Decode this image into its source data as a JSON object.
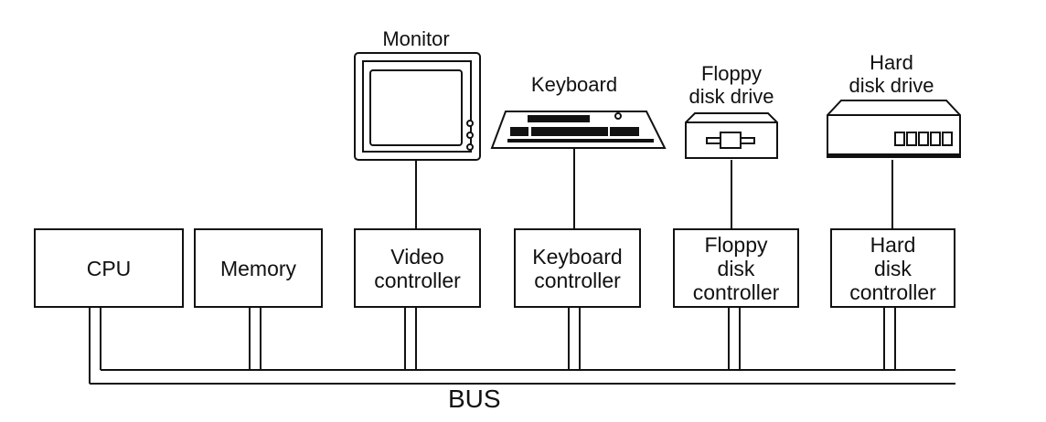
{
  "components": [
    {
      "id": "cpu",
      "label": "CPU"
    },
    {
      "id": "memory",
      "label": "Memory"
    },
    {
      "id": "video",
      "label": "Video\ncontroller"
    },
    {
      "id": "keyboard-ctrl",
      "label": "Keyboard\ncontroller"
    },
    {
      "id": "floppy-ctrl",
      "label": "Floppy\ndisk\ncontroller"
    },
    {
      "id": "hard-ctrl",
      "label": "Hard\ndisk\ncontroller"
    }
  ],
  "devices": [
    {
      "id": "monitor",
      "label": "Monitor"
    },
    {
      "id": "keyboard",
      "label": "Keyboard"
    },
    {
      "id": "floppy-drive",
      "label": "Floppy\ndisk drive"
    },
    {
      "id": "hard-drive",
      "label": "Hard\ndisk drive"
    }
  ],
  "bus_label": "BUS"
}
